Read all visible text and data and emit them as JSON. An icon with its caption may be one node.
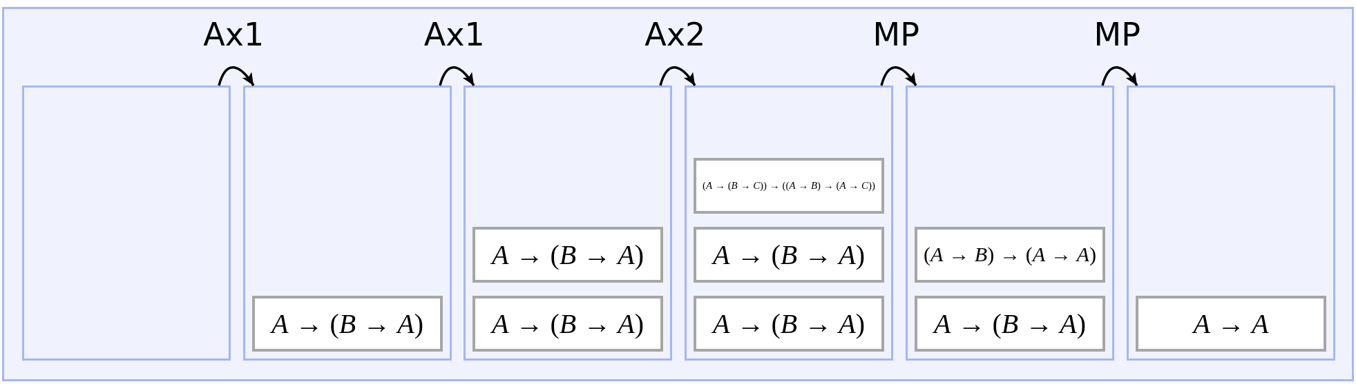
{
  "diagram": {
    "nodes": [
      {
        "text": [],
        "shape": "box"
      },
      {
        "text": [],
        "shape": "box",
        "in": 0
      },
      {
        "text": [],
        "shape": "box",
        "in": 0
      },
      {
        "text": [
          "*A* → (*B* → *A*)"
        ],
        "in": 2
      },
      {
        "text": [],
        "shape": "box",
        "in": 0
      },
      {
        "text": [
          "*A* → (*B* → *A*)"
        ],
        "in": 4
      },
      {
        "text": [
          "*A* → (*B* → *A*)"
        ],
        "in": 4
      },
      {
        "text": [],
        "shape": "box",
        "in": 0
      },
      {
        "text": [
          "(*A* → (*B* → *C*)) → ((*A* → *B*) → (*A* → *C*))"
        ],
        "in": 7
      },
      {
        "text": [
          "*A* → (*B* → *A*)"
        ],
        "in": 7
      },
      {
        "text": [
          "*A* → (*B* → *A*)"
        ],
        "in": 7
      },
      {
        "text": [],
        "shape": "box",
        "in": 0
      },
      {
        "text": [
          "(*A* → *B*) → (*A* → *A*)"
        ],
        "in": 11
      },
      {
        "text": [
          "*A* → (*B* → *A*)"
        ],
        "in": 11
      },
      {
        "text": [],
        "shape": "box",
        "in": 0
      },
      {
        "text": [
          "*A* → *A*"
        ],
        "in": 14
      }
    ],
    "edges": [
      {
        "from": 1,
        "to": 2,
        "arrow": "to",
        "label": "Ax1"
      },
      {
        "from": 2,
        "to": 4,
        "arrow": "to",
        "label": "Ax1"
      },
      {
        "from": 4,
        "to": 7,
        "arrow": "to",
        "label": "Ax2"
      },
      {
        "from": 7,
        "to": 11,
        "arrow": "to",
        "label": "MP"
      },
      {
        "from": 11,
        "to": 14,
        "arrow": "to",
        "label": "MP"
      }
    ]
  }
}
